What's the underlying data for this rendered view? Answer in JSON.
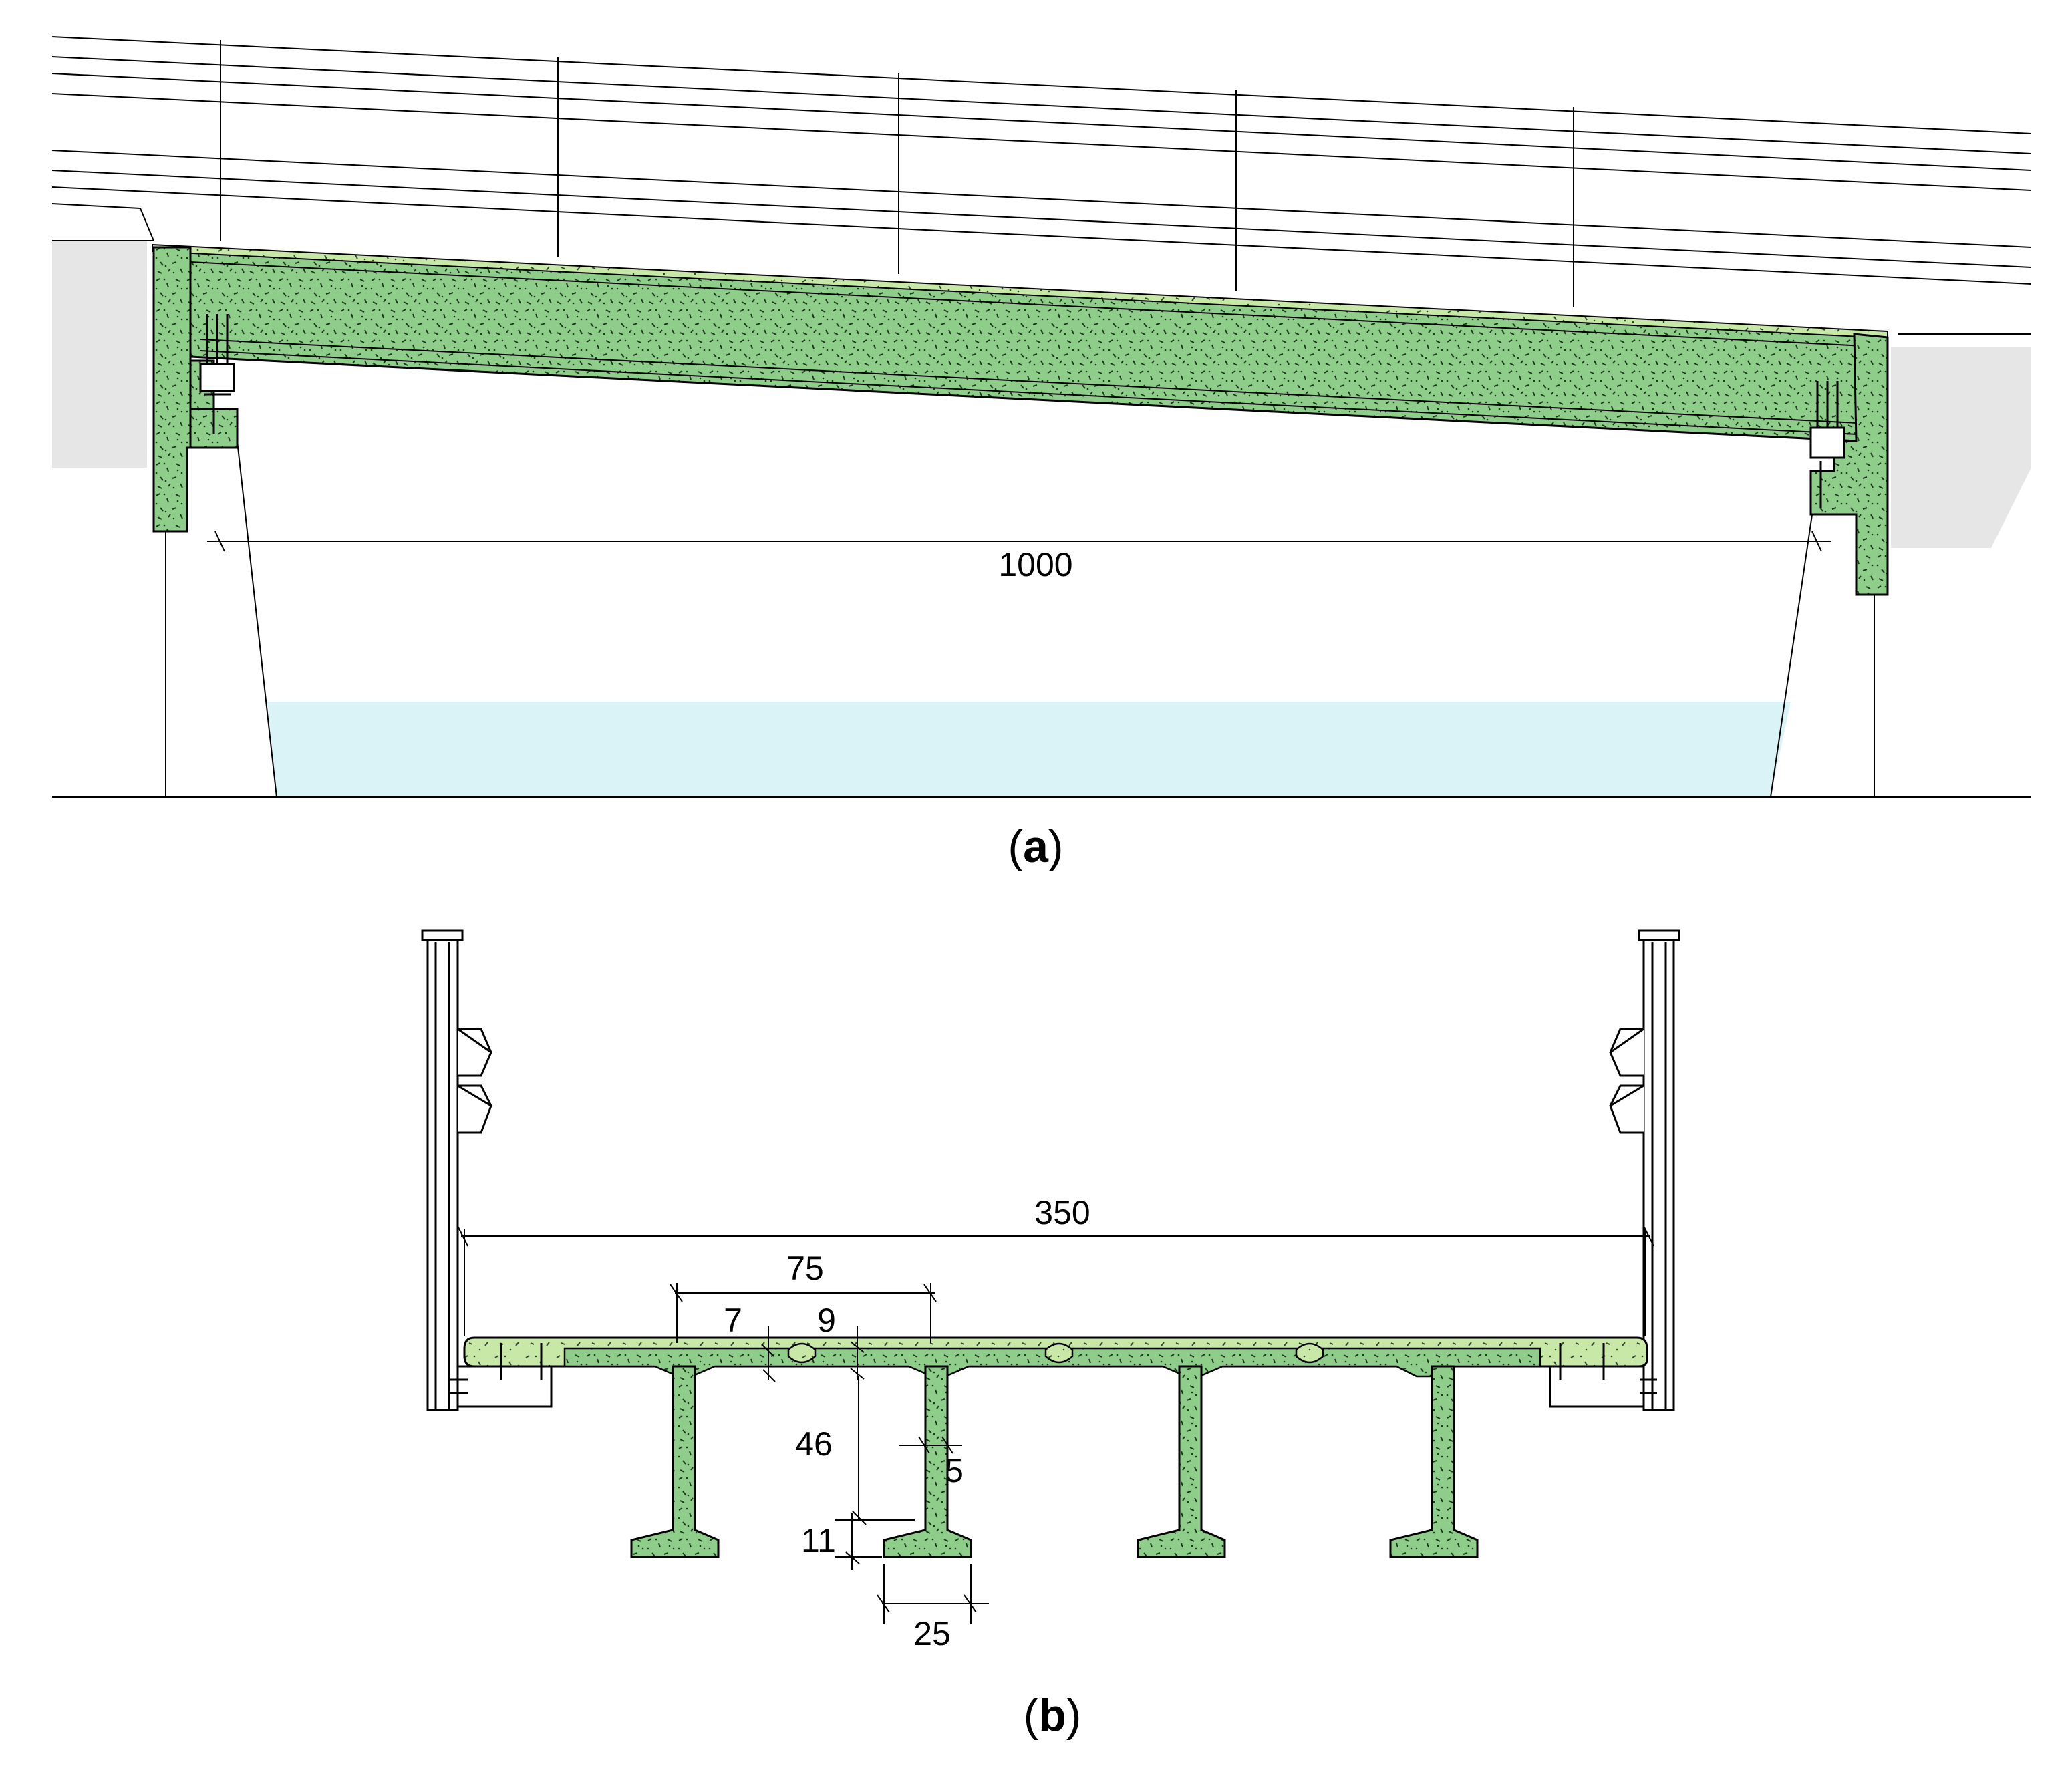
{
  "panel_a": {
    "caption_open": "(",
    "caption_letter": "a",
    "caption_close": ")",
    "span_label": "1000"
  },
  "panel_b": {
    "caption_open": "(",
    "caption_letter": "b",
    "caption_close": ")",
    "width_label": "350",
    "spacing_label": "75",
    "slab_label": "7",
    "haunch_label": "9",
    "web_height_label": "46",
    "web_width_label": "5",
    "flange_height_label": "11",
    "flange_width_label": "25"
  },
  "colors": {
    "concrete": "#8fcd8a",
    "concrete_light": "#c8e8a8",
    "water": "#d9f3f6",
    "ground": "#e6e6e6",
    "line": "#000000"
  }
}
